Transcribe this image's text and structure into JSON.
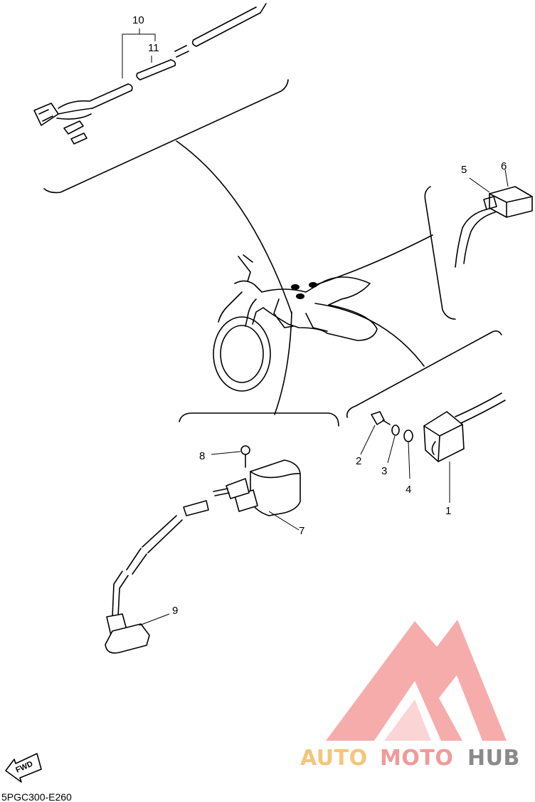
{
  "diagram": {
    "part_labels": [
      {
        "id": "1",
        "text": "1"
      },
      {
        "id": "2",
        "text": "2"
      },
      {
        "id": "3",
        "text": "3"
      },
      {
        "id": "4",
        "text": "4"
      },
      {
        "id": "5",
        "text": "5"
      },
      {
        "id": "6",
        "text": "6"
      },
      {
        "id": "7",
        "text": "7"
      },
      {
        "id": "8",
        "text": "8"
      },
      {
        "id": "9",
        "text": "9"
      },
      {
        "id": "10",
        "text": "10"
      },
      {
        "id": "11",
        "text": "11"
      }
    ],
    "diagram_code": "5PGC300-E260",
    "fwd_label": "FWD"
  },
  "watermark": {
    "brand_auto": "AUTO",
    "brand_moto": "MOTO",
    "brand_hub": "HUB",
    "colors": {
      "auto": "#f5c57a",
      "moto": "#f19a9a",
      "hub": "#8a8a8a",
      "triangle": "#f6a3a3"
    }
  }
}
